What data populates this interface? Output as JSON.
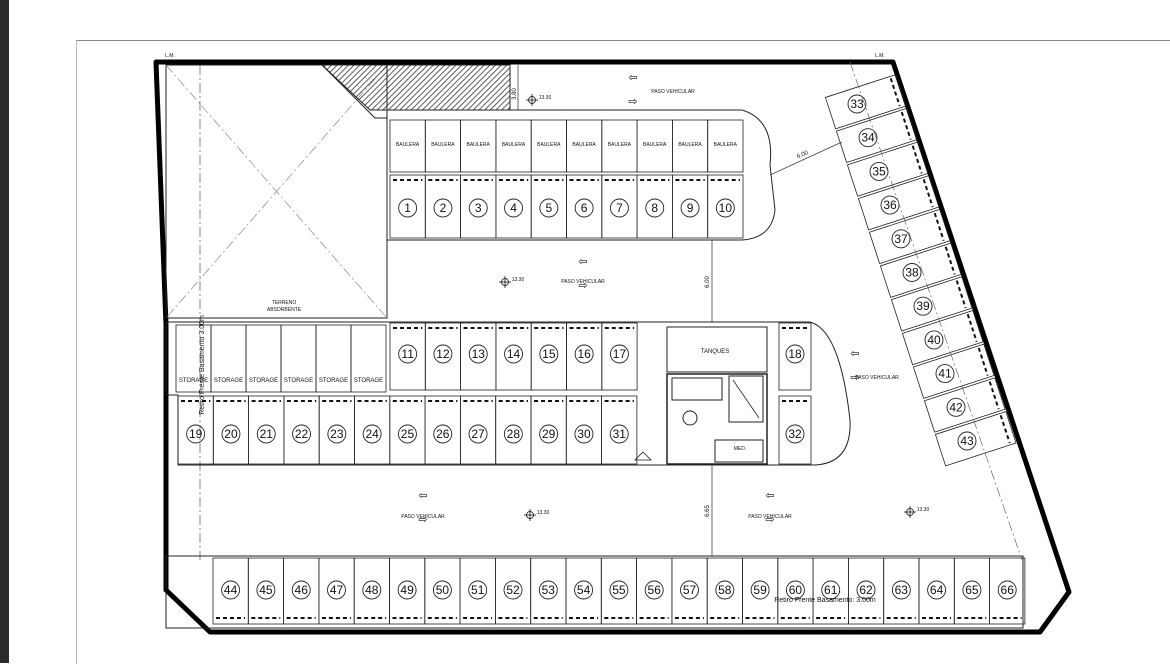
{
  "boundary_marks": {
    "left": "L.M.",
    "right": "L.M."
  },
  "storage_row_top": [
    "BAULERA",
    "BAULERA",
    "BAULERA",
    "BAULERA",
    "BAULERA",
    "BAULERA",
    "BAULERA",
    "BAULERA",
    "BAULERA",
    "BAULERA"
  ],
  "storage_row_left": [
    "STORAGE",
    "STORAGE",
    "STORAGE",
    "STORAGE",
    "STORAGE",
    "STORAGE"
  ],
  "spaces": {
    "top": [
      "1",
      "2",
      "3",
      "4",
      "5",
      "6",
      "7",
      "8",
      "9",
      "10"
    ],
    "middle_upper": [
      "11",
      "12",
      "13",
      "14",
      "15",
      "16",
      "17"
    ],
    "middle_right": [
      "18"
    ],
    "middle_lower": [
      "19",
      "20",
      "21",
      "22",
      "23",
      "24",
      "25",
      "26",
      "27",
      "28",
      "29",
      "30",
      "31"
    ],
    "middle_lower_right": [
      "32"
    ],
    "diagonal": [
      "33",
      "34",
      "35",
      "36",
      "37",
      "38",
      "39",
      "40",
      "41",
      "42",
      "43"
    ],
    "bottom": [
      "44",
      "45",
      "46",
      "47",
      "48",
      "49",
      "50",
      "51",
      "52",
      "53",
      "54",
      "55",
      "56",
      "57",
      "58",
      "59",
      "60",
      "61",
      "62",
      "63",
      "64",
      "65",
      "66"
    ]
  },
  "labels": {
    "paso_vehicular": "PASO VEHICULAR",
    "terreno_1": "TERRENO",
    "terreno_2": "ABSORBENTE",
    "tanques": "TANQUES",
    "med": "MED.",
    "retiro_left": "Retiro Frente Basamento 3.00m",
    "retiro_bottom": "Retiro Frente Basamento: 3.00m"
  },
  "dimensions": {
    "top_gap": "3.80",
    "diag": "6.00",
    "mid": "6.00",
    "bottom_gap": "6.65"
  },
  "levels": [
    "13.30",
    "13.30",
    "13.30",
    "13.30"
  ],
  "colors": {
    "ink": "#111111",
    "hatch": "#333333",
    "sheet_border": "#8a8a8a",
    "rail": "#2b2b2b"
  }
}
